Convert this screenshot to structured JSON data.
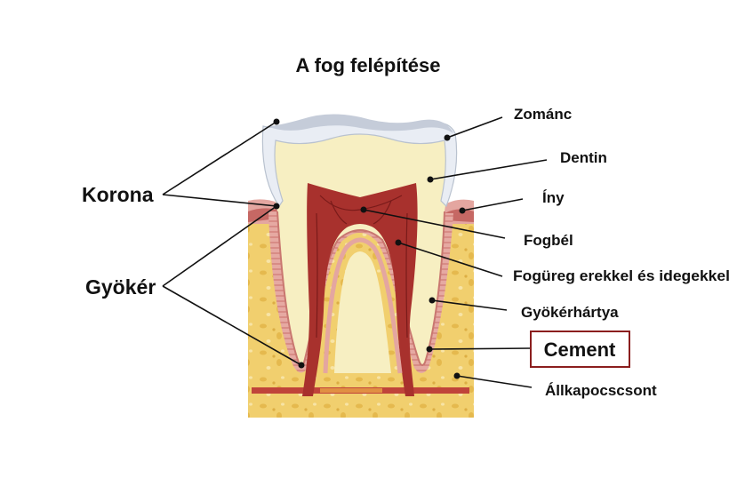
{
  "title": "A fog felépítése",
  "labels": {
    "korona": "Korona",
    "gyoker": "Gyökér",
    "zomanc": "Zománc",
    "dentin": "Dentin",
    "iny": "Íny",
    "fogbel": "Fogbél",
    "foguereg": "Fogüreg erekkel és idegekkel",
    "gyokerhartya": "Gyökérhártya",
    "cement": "Cement",
    "allkapocscsont": "Állkapocscsont"
  },
  "colors": {
    "enamel": "#e9edf4",
    "dentin": "#f7efc2",
    "pulp": "#a8312d",
    "gum": "#e4a6a0",
    "bone": "#f1cf6e",
    "cement_box": "#8b1e1e",
    "leader": "#111111"
  }
}
